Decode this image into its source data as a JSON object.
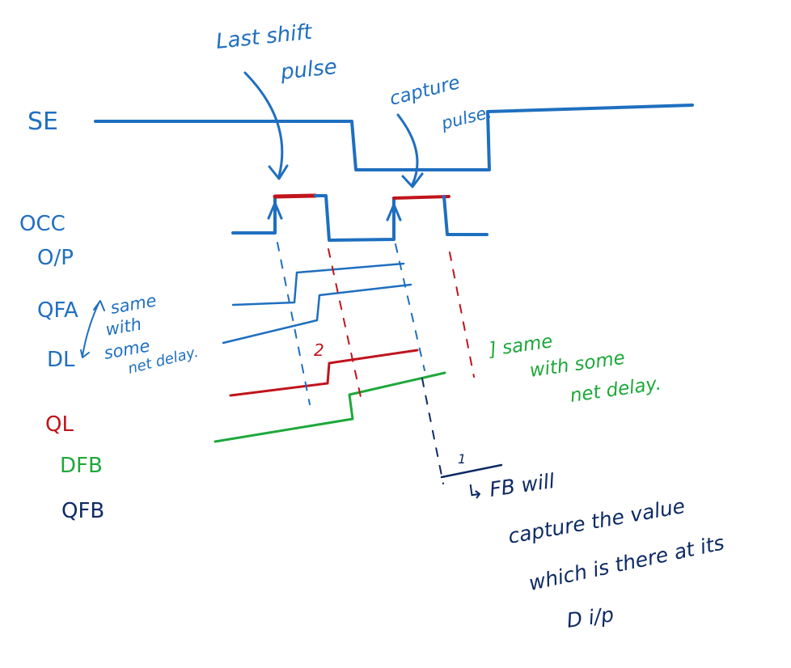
{
  "colors": {
    "blue": "#1f6fc0",
    "red": "#c0141c",
    "green": "#1ea83a",
    "navy": "#0d2a63"
  },
  "signals": {
    "se": "SE",
    "occ_line1": "OCC",
    "occ_line2": "O/P",
    "qfa": "QFA",
    "dl": "DL",
    "ql": "QL",
    "dfb": "DFB",
    "qfb": "QFB"
  },
  "annotations": {
    "last_shift_line1": "Last shift",
    "last_shift_line2": "pulse",
    "capture_line1": "capture",
    "capture_line2": "pulse.",
    "same_delay_blue": [
      "same",
      "with",
      "some",
      "net delay."
    ],
    "same_delay_green": [
      "] same",
      "with some",
      "net delay."
    ],
    "marker_2": "2",
    "marker_1": "1",
    "fb_note": [
      "↳ FB will",
      "capture the value",
      "which is there at its",
      "D i/p"
    ]
  }
}
